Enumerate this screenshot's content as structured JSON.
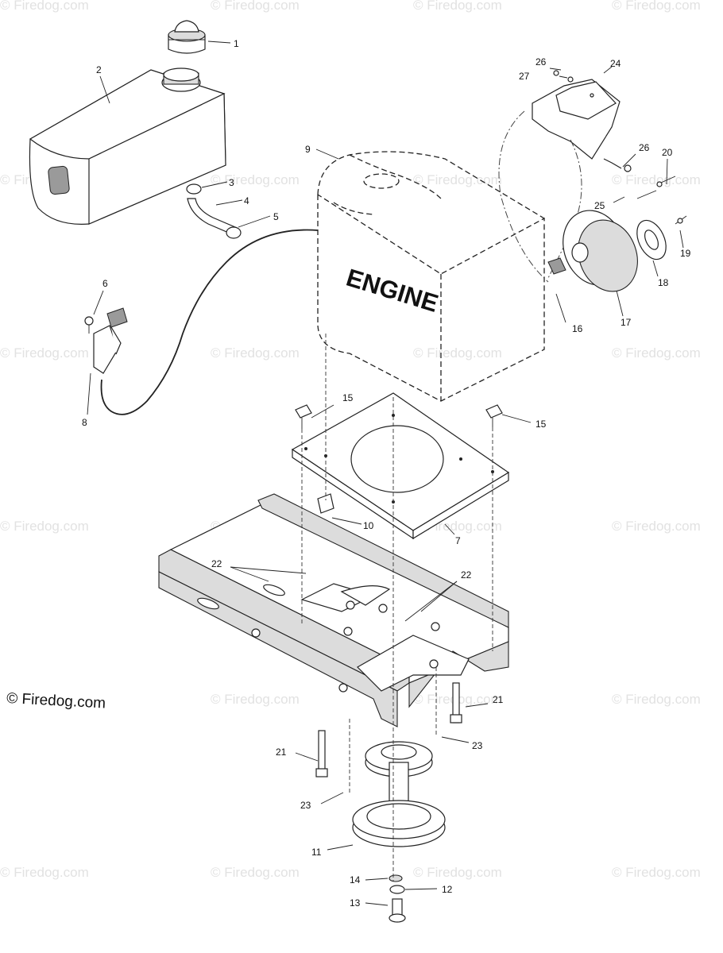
{
  "watermark": "© Firedog.com",
  "copyright": "© Firedog.com",
  "engine_label": "ENGINE",
  "callouts": {
    "c1": "1",
    "c2": "2",
    "c3": "3",
    "c4": "4",
    "c5": "5",
    "c6": "6",
    "c7": "7",
    "c8": "8",
    "c9": "9",
    "c10": "10",
    "c11": "11",
    "c12": "12",
    "c13": "13",
    "c14": "14",
    "c15a": "15",
    "c15b": "15",
    "c16": "16",
    "c17": "17",
    "c18": "18",
    "c19": "19",
    "c20": "20",
    "c21a": "21",
    "c21b": "21",
    "c22a": "22",
    "c22b": "22",
    "c23a": "23",
    "c23b": "23",
    "c24": "24",
    "c25": "25",
    "c26a": "26",
    "c26b": "26",
    "c27": "27"
  }
}
